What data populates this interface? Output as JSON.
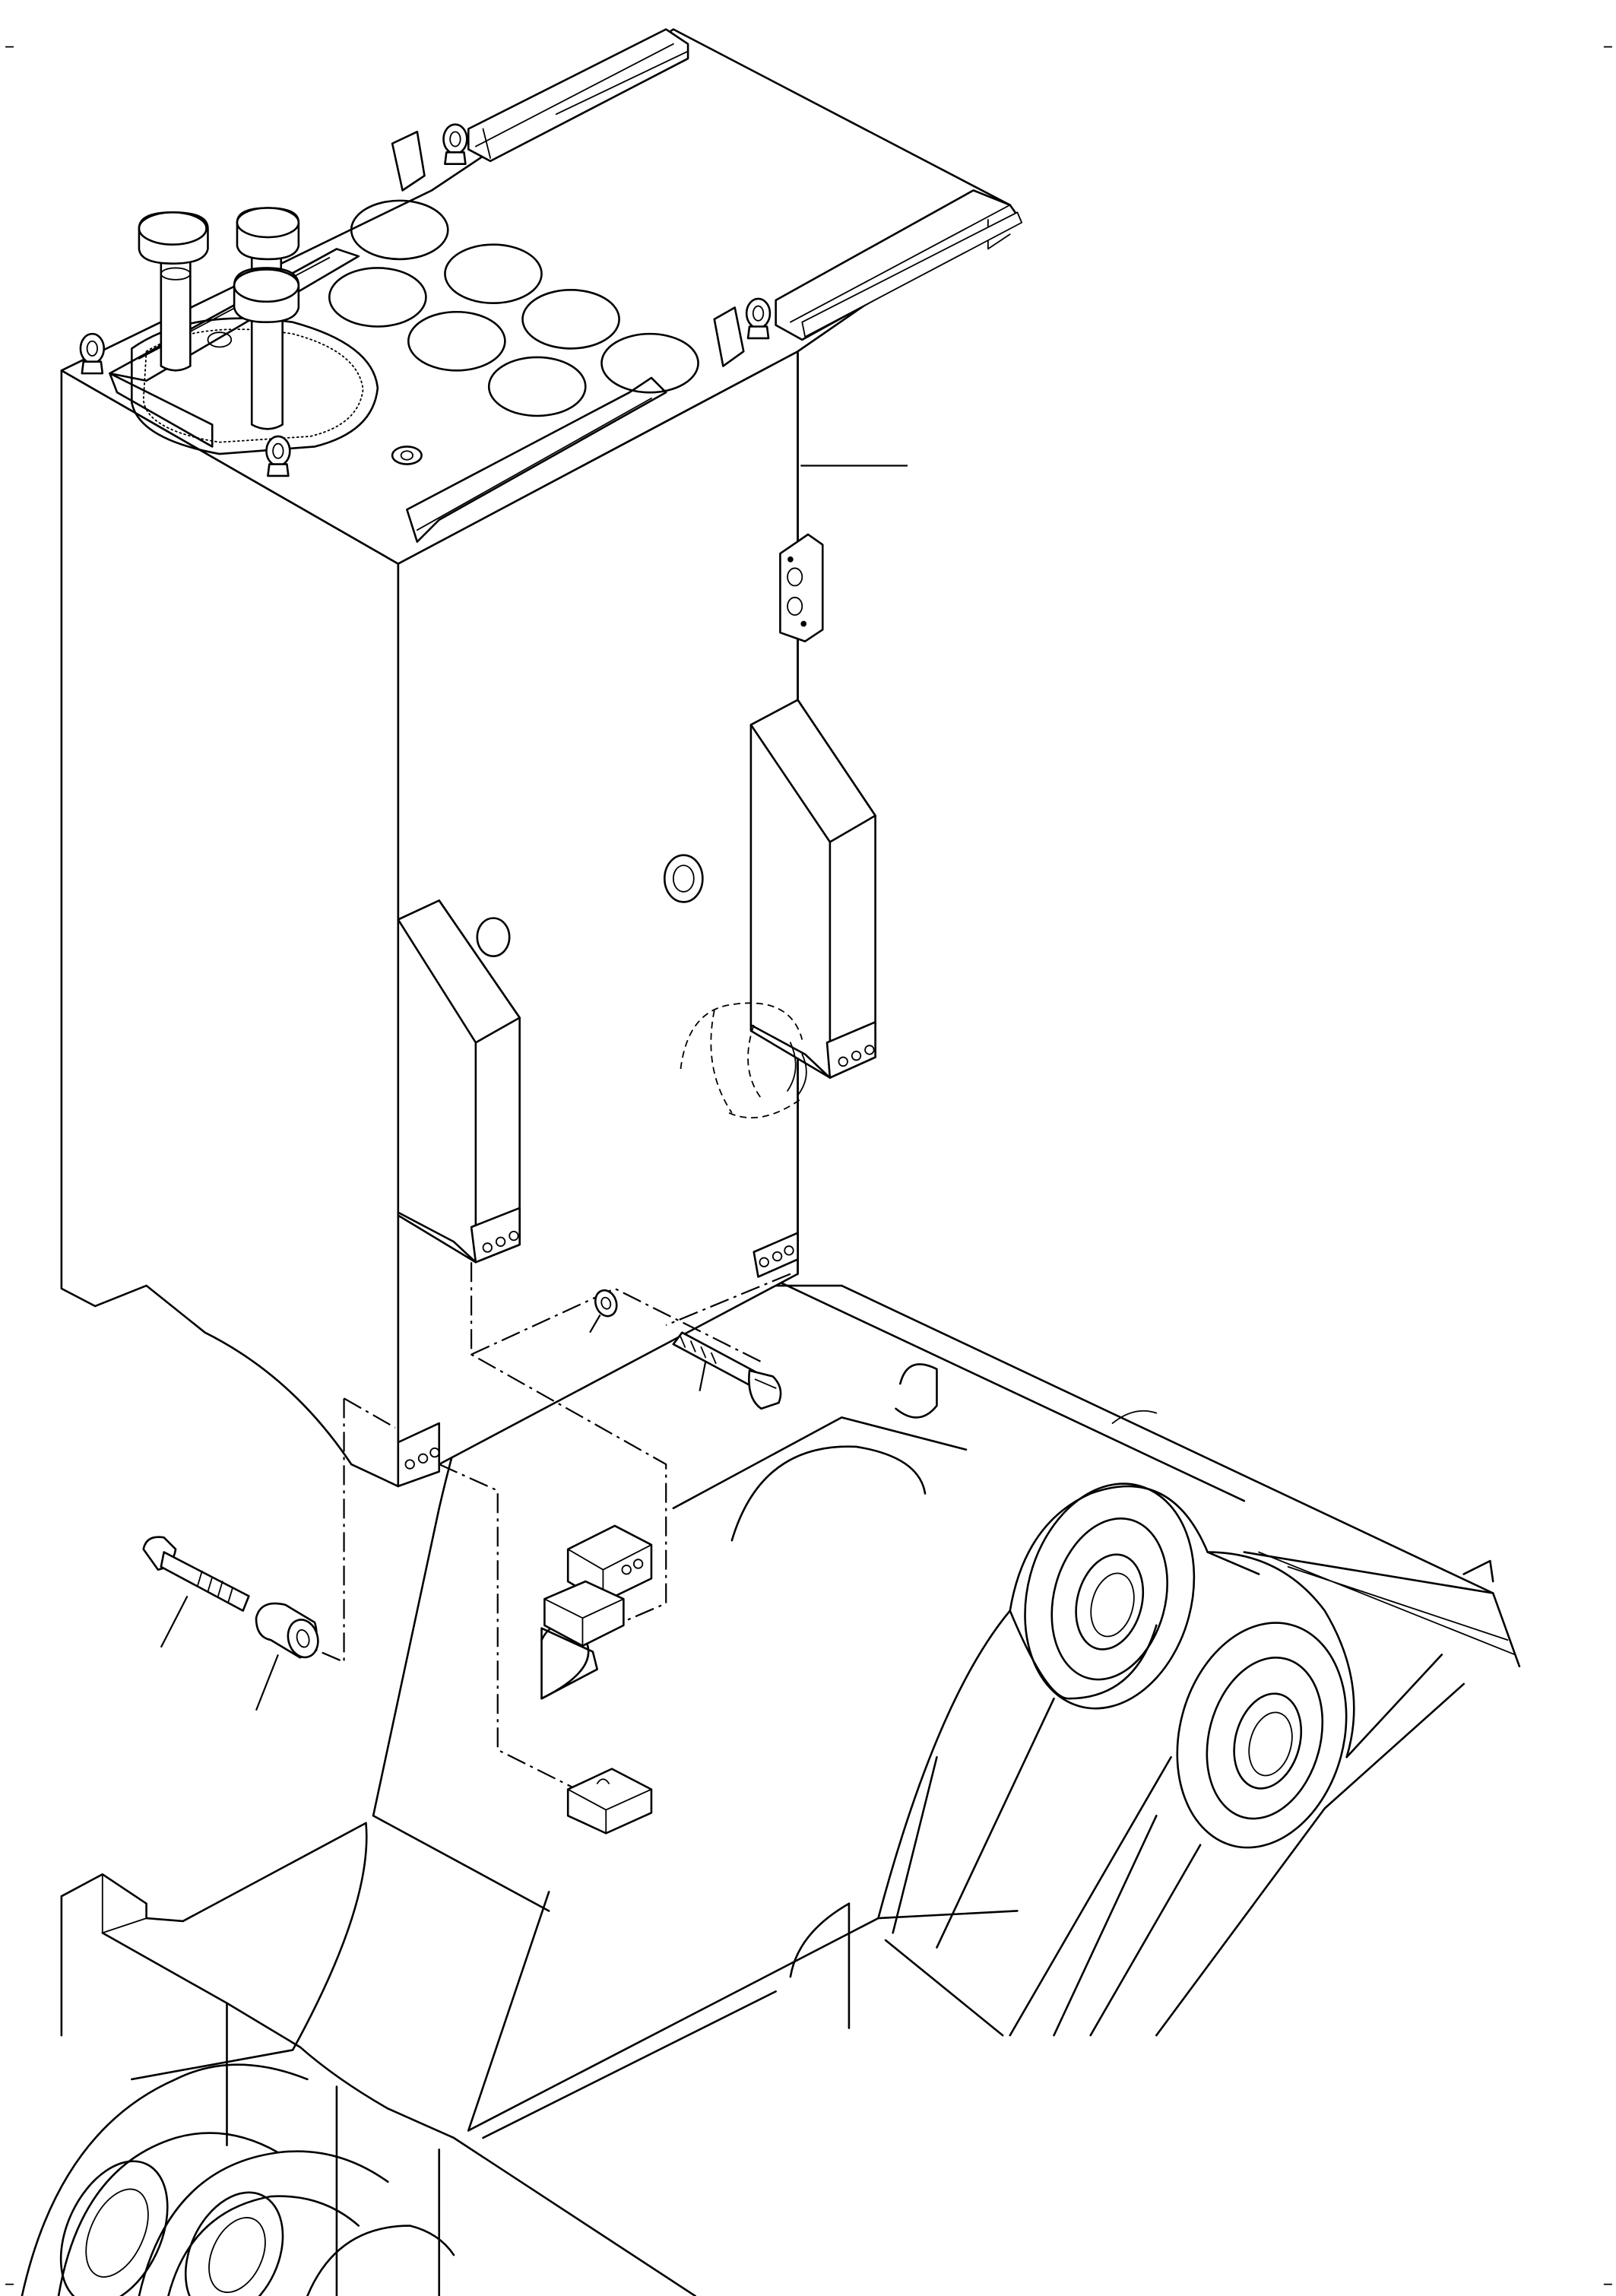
{
  "figure": {
    "kind": "exploded parts illustration",
    "line_color": "#000000",
    "background_color": "#ffffff",
    "text_labels": []
  },
  "parts": [
    {
      "name": "tank-body",
      "visible_label": ""
    },
    {
      "name": "filler-cap",
      "visible_label": ""
    },
    {
      "name": "lifting-eye",
      "visible_label": ""
    },
    {
      "name": "mounting-bracket",
      "visible_label": ""
    },
    {
      "name": "bolt",
      "visible_label": ""
    },
    {
      "name": "spacer",
      "visible_label": ""
    },
    {
      "name": "washer",
      "visible_label": ""
    },
    {
      "name": "stop-block",
      "visible_label": ""
    },
    {
      "name": "boom-frame",
      "visible_label": ""
    }
  ]
}
